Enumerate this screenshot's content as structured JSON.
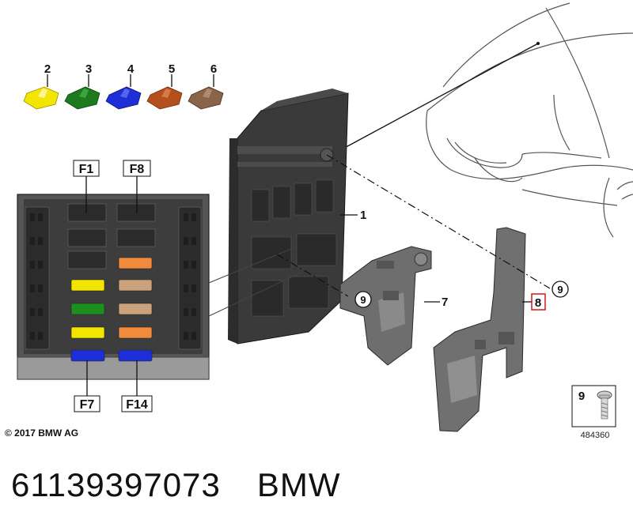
{
  "callouts": {
    "fuse_yellow": "2",
    "fuse_green": "3",
    "fuse_blue": "4",
    "fuse_orange": "5",
    "fuse_brown": "6",
    "module": "1",
    "bracket": "7",
    "holder": "8",
    "screw_a": "9",
    "screw_b": "9",
    "screw_legend": "9"
  },
  "fuse_labels": {
    "top_left": "F1",
    "top_right": "F8",
    "bottom_left": "F7",
    "bottom_right": "F14"
  },
  "fuse_colors": {
    "yellow": "#f2e600",
    "green": "#1d7a1d",
    "blue": "#1f2fd8",
    "orange": "#b5501c",
    "brown": "#8a6448",
    "orange_slot": "#f08a3c",
    "tan_slot": "#c9a27c"
  },
  "legend": {
    "code": "484360"
  },
  "copyright": "© 2017 BMW AG",
  "footer": {
    "part_number": "61139397073",
    "brand": "BMW"
  }
}
